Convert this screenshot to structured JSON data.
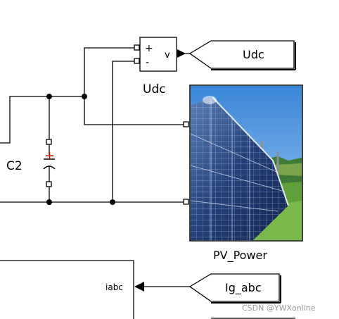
{
  "voltage_sensor": {
    "name": "Udc",
    "plus_port": "+",
    "minus_port": "-",
    "output_port": "v"
  },
  "goto_tag_udc": "Udc",
  "capacitor": {
    "name": "C2",
    "polarity": "+"
  },
  "pv_block": {
    "name": "PV_Power"
  },
  "measurement_block": {
    "input_port": "iabc"
  },
  "from_tag_ig": "Ig_abc",
  "watermark": "CSDN @YWXonline",
  "colors": {
    "wire": "#000000",
    "capacitor_plus": "#d40000",
    "watermark": "#9a9a9a"
  }
}
